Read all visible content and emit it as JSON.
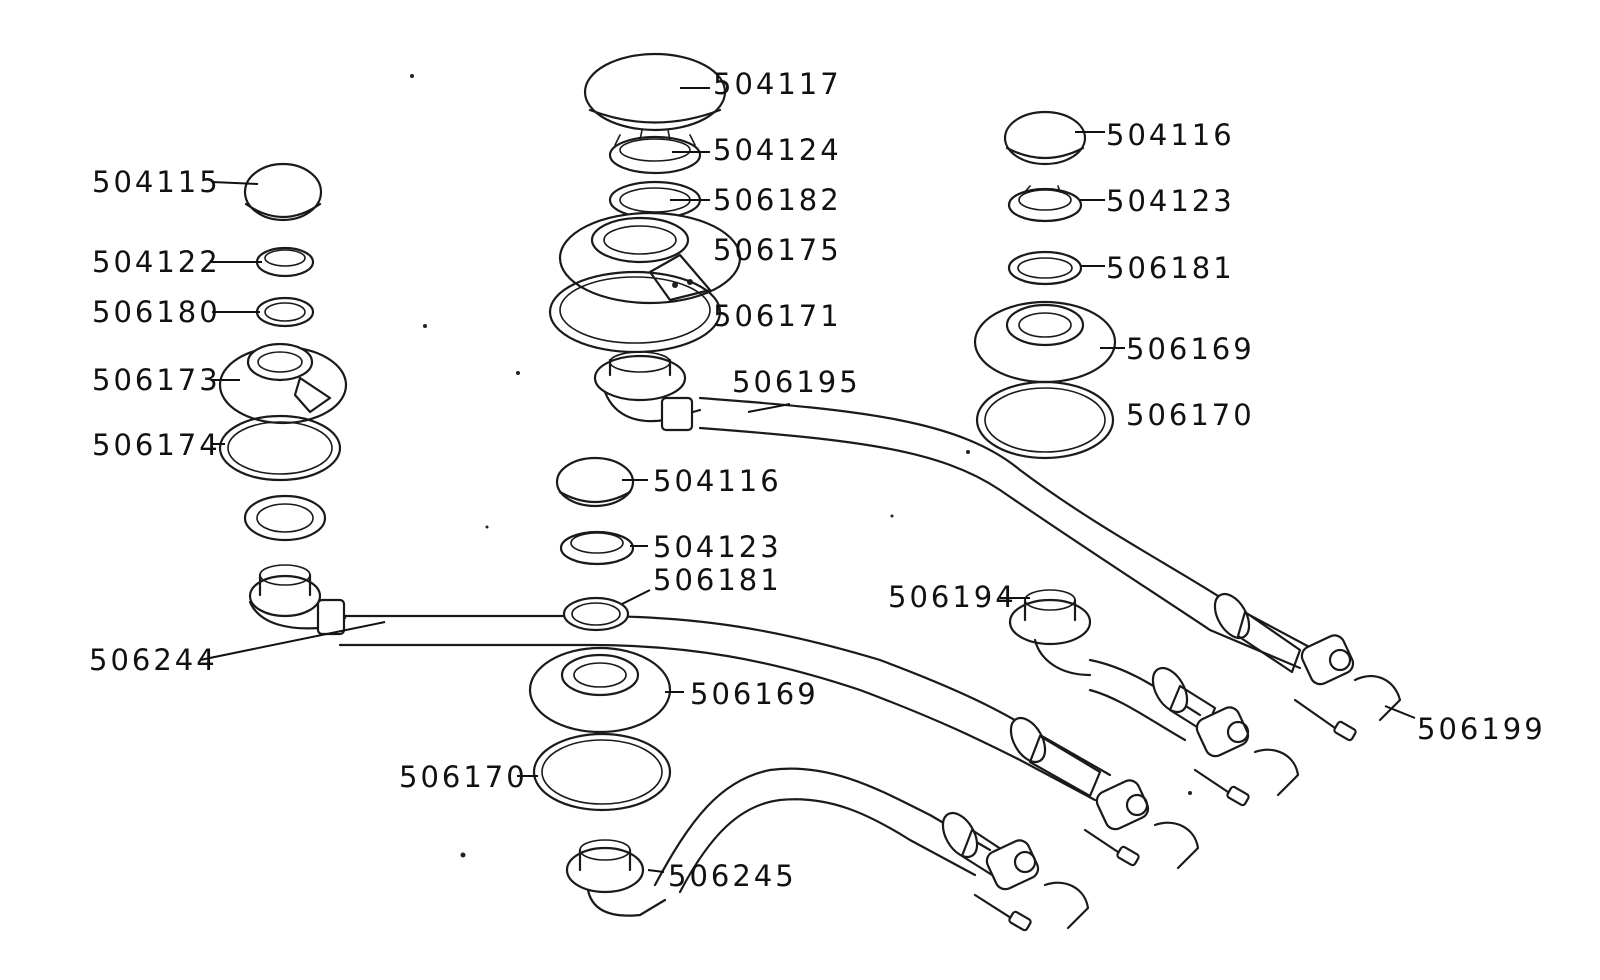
{
  "diagram": {
    "parts": [
      {
        "id": "p-504117",
        "number": "504117"
      },
      {
        "id": "p-504124",
        "number": "504124"
      },
      {
        "id": "p-506182",
        "number": "506182"
      },
      {
        "id": "p-506175",
        "number": "506175"
      },
      {
        "id": "p-506171",
        "number": "506171"
      },
      {
        "id": "p-506195",
        "number": "506195"
      },
      {
        "id": "p-504116-right",
        "number": "504116"
      },
      {
        "id": "p-504123-right",
        "number": "504123"
      },
      {
        "id": "p-506181-right",
        "number": "506181"
      },
      {
        "id": "p-506169-right",
        "number": "506169"
      },
      {
        "id": "p-506170-right",
        "number": "506170"
      },
      {
        "id": "p-504115",
        "number": "504115"
      },
      {
        "id": "p-504122",
        "number": "504122"
      },
      {
        "id": "p-506180",
        "number": "506180"
      },
      {
        "id": "p-506173",
        "number": "506173"
      },
      {
        "id": "p-506174",
        "number": "506174"
      },
      {
        "id": "p-504116-center",
        "number": "504116"
      },
      {
        "id": "p-504123-center",
        "number": "504123"
      },
      {
        "id": "p-506181-center",
        "number": "506181"
      },
      {
        "id": "p-506194",
        "number": "506194"
      },
      {
        "id": "p-506244",
        "number": "506244"
      },
      {
        "id": "p-506169-center",
        "number": "506169"
      },
      {
        "id": "p-506199",
        "number": "506199"
      },
      {
        "id": "p-506170-center",
        "number": "506170"
      },
      {
        "id": "p-506245",
        "number": "506245"
      }
    ]
  }
}
